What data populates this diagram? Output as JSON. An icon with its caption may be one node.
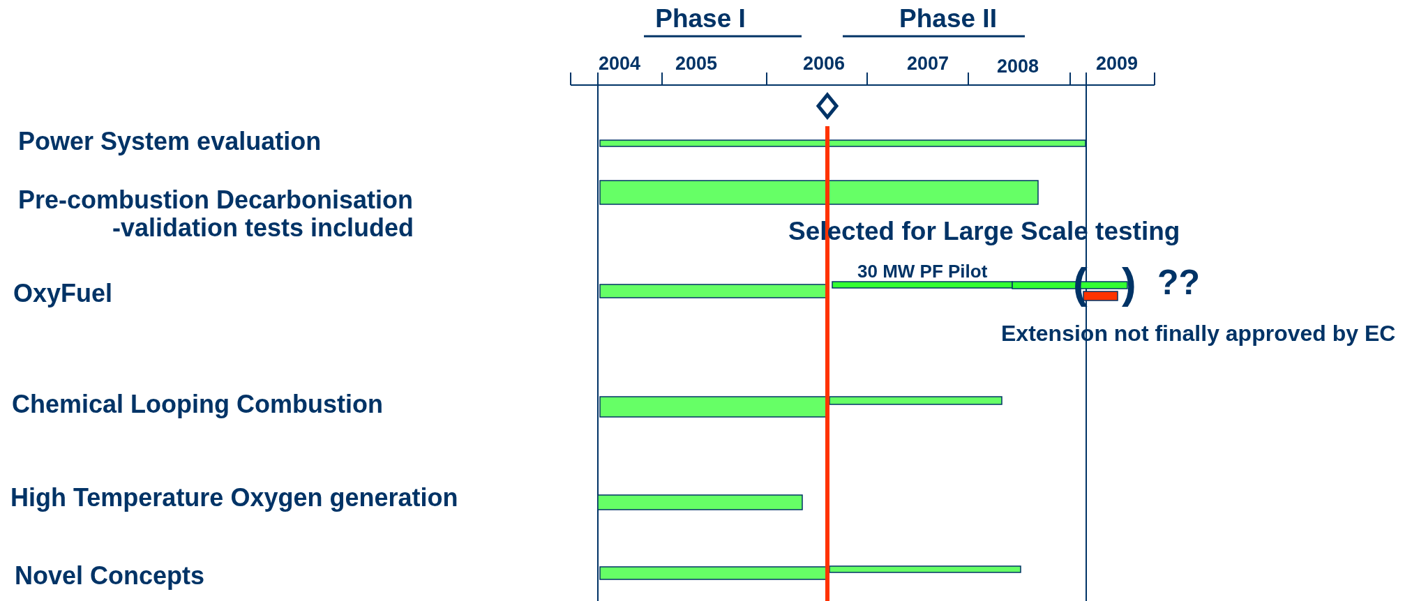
{
  "diagram": {
    "labels": [
      "Phase I",
      "Phase II",
      "2004",
      "2005",
      "2006",
      "2007",
      "2008",
      "2009",
      "Power System evaluation",
      "Pre-combustion Decarbonisation -validation tests included",
      "Selected for Large Scale testing",
      "30 MW PF Pilot",
      "(",
      ")",
      "??",
      "OxyFuel",
      "Extension not finally approved by EC",
      "Chemical Looping Combustion",
      "High Temperature Oxygen generation",
      "Novel Concepts"
    ]
  }
}
